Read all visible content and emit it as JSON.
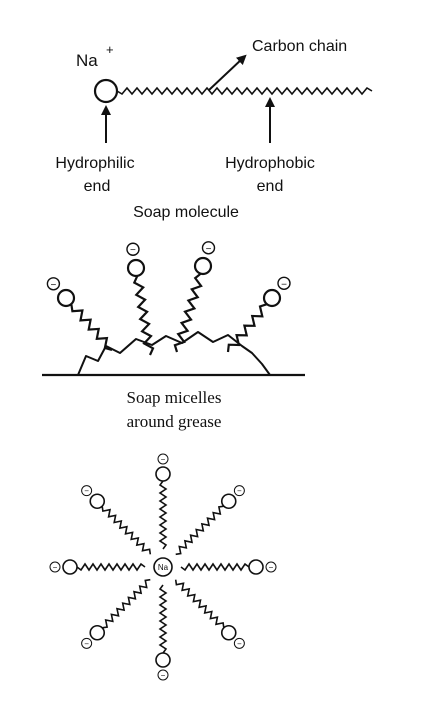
{
  "molecule": {
    "sodium_label": "Na",
    "sodium_charge": "+",
    "carbon_chain_label": "Carbon chain",
    "hydrophilic_line1": "Hydrophilic",
    "hydrophilic_line2": "end",
    "hydrophobic_line1": "Hydrophobic",
    "hydrophobic_line2": "end",
    "caption": "Soap molecule"
  },
  "grease_panel": {
    "head_charge": "−",
    "caption_line1": "Soap micelles",
    "caption_line2": "around grease"
  },
  "micelle": {
    "head_charge": "−",
    "center_label": "Na"
  },
  "colors": {
    "ink": "#111111",
    "background": "#ffffff"
  }
}
